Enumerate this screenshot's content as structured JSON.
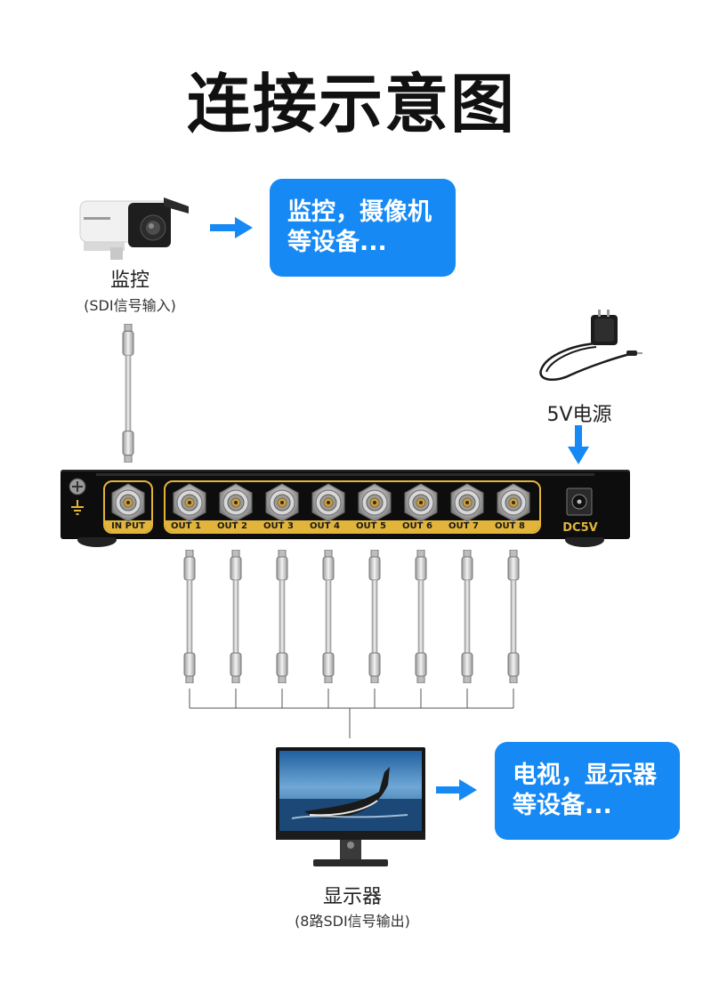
{
  "title": "连接示意图",
  "source": {
    "bubble_line1": "监控，摄像机",
    "bubble_line2": "等设备...",
    "label": "监控",
    "sublabel": "(SDI信号输入)"
  },
  "power": {
    "label": "5V电源"
  },
  "device": {
    "input_label": "IN PUT",
    "outputs": [
      "OUT 1",
      "OUT 2",
      "OUT 3",
      "OUT 4",
      "OUT 5",
      "OUT 6",
      "OUT 7",
      "OUT 8"
    ],
    "dc_label": "DC5V"
  },
  "display": {
    "bubble_line1": "电视，显示器",
    "bubble_line2": "等设备...",
    "label": "显示器",
    "sublabel": "(8路SDI信号输出)"
  },
  "colors": {
    "accent_blue": "#1689f5",
    "port_gold": "#e2b53a",
    "device_black": "#0d0d0d"
  },
  "icons": [
    "camera-icon",
    "power-adapter-icon",
    "monitor-icon",
    "bnc-connector-icon",
    "ground-screw-icon"
  ]
}
